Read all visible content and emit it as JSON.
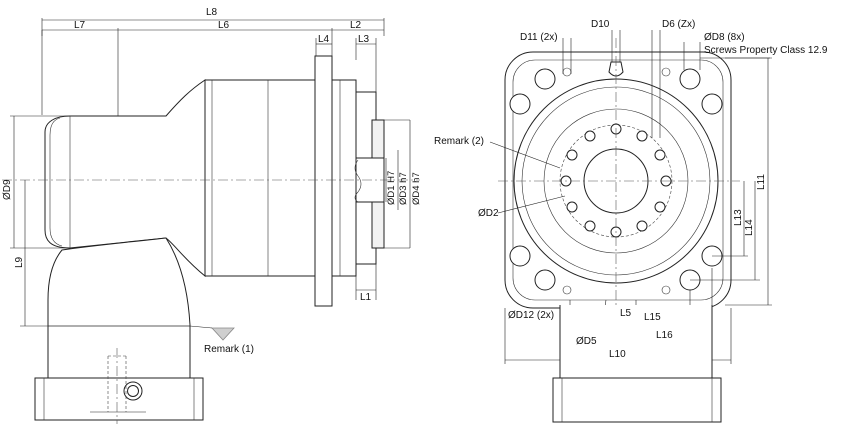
{
  "labels": {
    "L8": "L8",
    "L7": "L7",
    "L6": "L6",
    "L2": "L2",
    "L4": "L4",
    "L3": "L3",
    "L1": "L1",
    "L9": "L9",
    "D9": "ØD9",
    "D1": "ØD1 H7",
    "D3": "ØD3 h7",
    "D4": "ØD4 h7",
    "remark1": "Remark (1)",
    "D11": "D11 (2x)",
    "D10": "D10",
    "D6": "D6 (Zx)",
    "D8": "ØD8 (8x)",
    "screws": "Screws Property Class 12.9",
    "remark2": "Remark (2)",
    "D2": "ØD2",
    "L11": "L11",
    "L13": "L13",
    "L14": "L14",
    "D12": "ØD12 (2x)",
    "L5": "L5",
    "L15": "L15",
    "L16": "L16",
    "D5": "ØD5",
    "L10": "L10"
  }
}
